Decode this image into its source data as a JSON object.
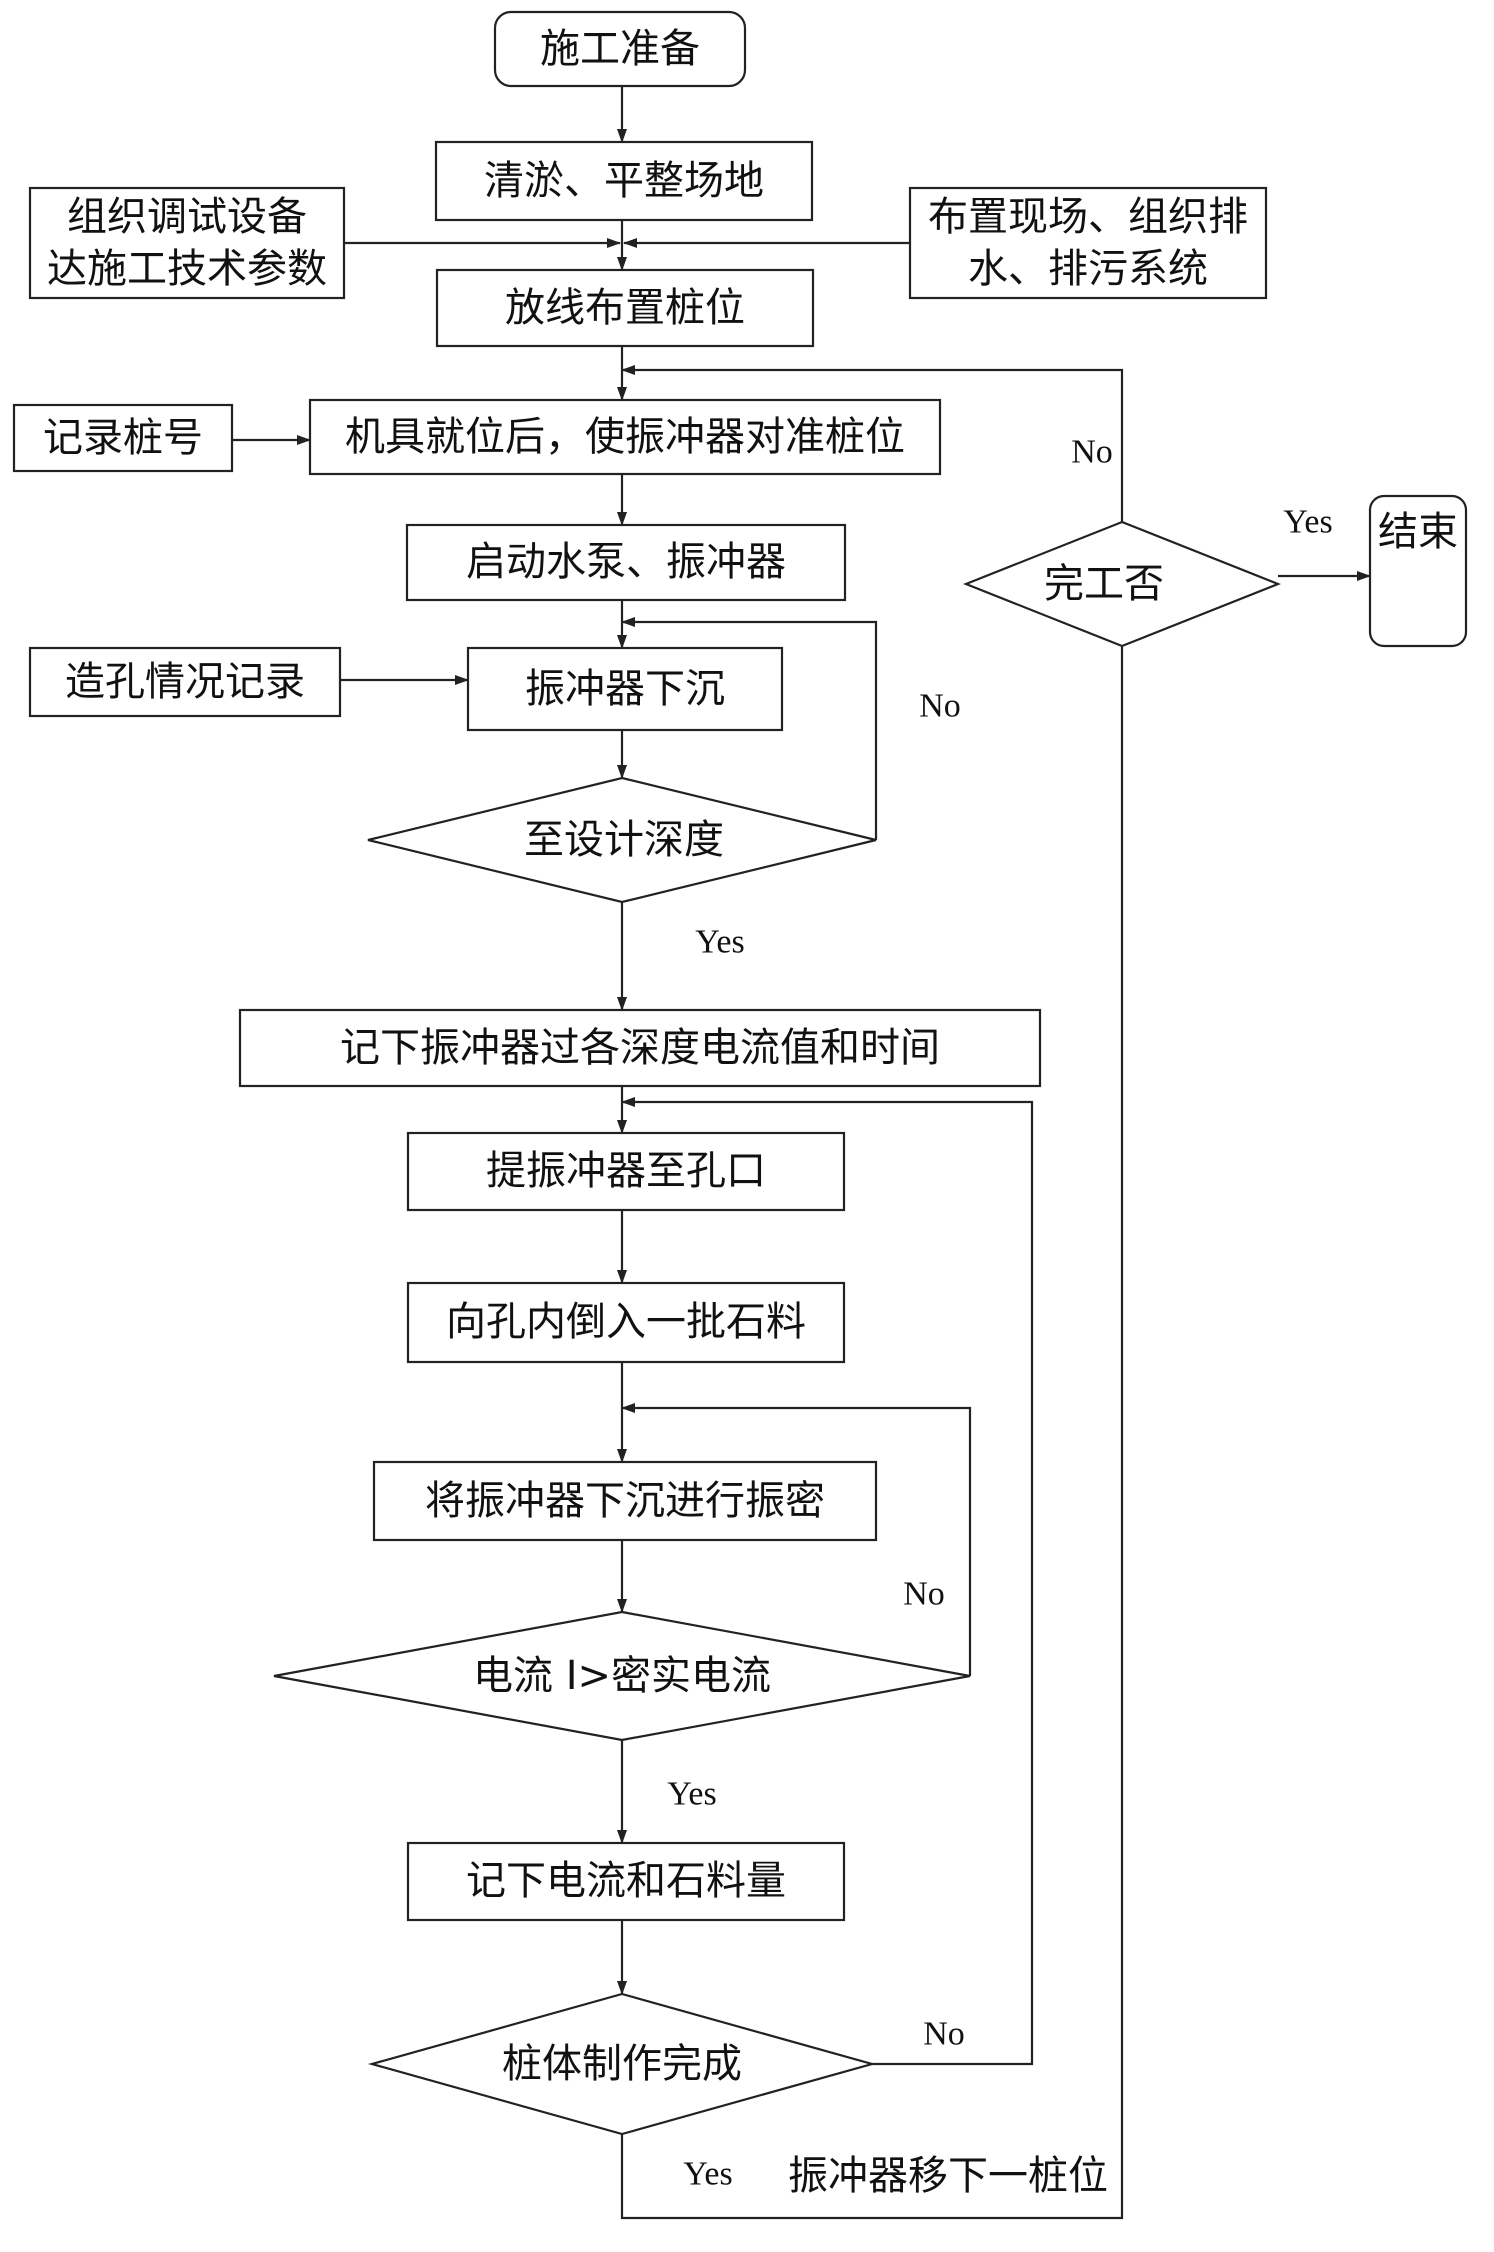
{
  "nodes": {
    "start": "施工准备",
    "clear": "清淤、平整场地",
    "equip": [
      "组织调试设备",
      "达施工技术参数"
    ],
    "site": [
      "布置现场、组织排",
      "水、排污系统"
    ],
    "layout": "放线布置桩位",
    "record_no": "记录桩号",
    "align": "机具就位后，使振冲器对准桩位",
    "pump": "启动水泵、振冲器",
    "hole_rec": "造孔情况记录",
    "sink": "振冲器下沉",
    "depth_q": "至设计深度",
    "rec_current": "记下振冲器过各深度电流值和时间",
    "lift": "提振冲器至孔口",
    "pour": "向孔内倒入一批石料",
    "compact": "将振冲器下沉进行振密",
    "current_q": "电流 I>密实电流",
    "rec_stone": "记下电流和石料量",
    "pile_q": "桩体制作完成",
    "move": "振冲器移下一桩位",
    "done_q": "完工否",
    "end": "结束"
  },
  "labels": {
    "yes": "Yes",
    "no": "No"
  }
}
